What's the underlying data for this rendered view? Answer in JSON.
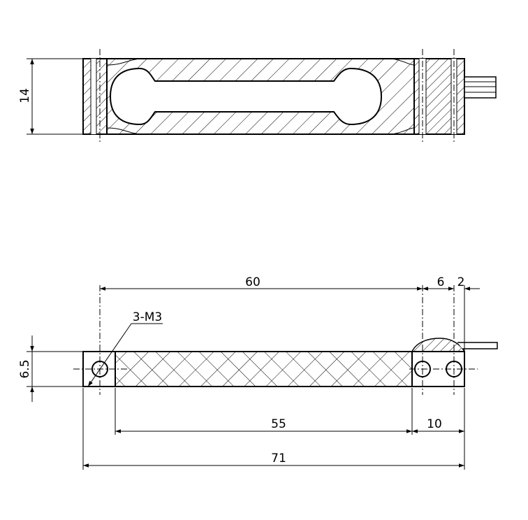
{
  "drawing": {
    "top_view": {
      "height_label": "14"
    },
    "side_view": {
      "dim_60": "60",
      "dim_6": "6",
      "dim_2": "2",
      "thread_label": "3-M3",
      "height_label": "6.5",
      "dim_55": "55",
      "dim_10": "10",
      "dim_71": "71"
    }
  }
}
